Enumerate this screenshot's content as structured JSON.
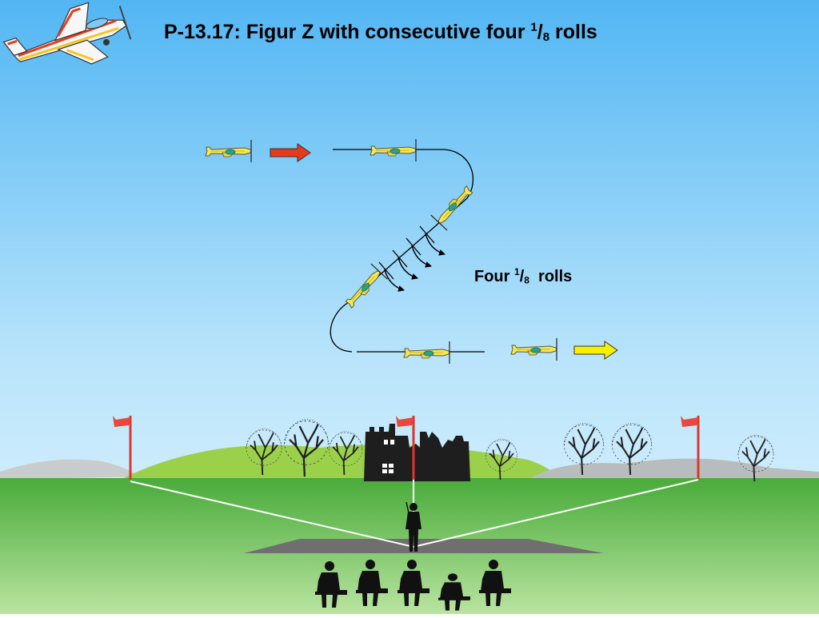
{
  "title": {
    "before": "P-13.17: Figur Z with consecutive four ",
    "num": "1",
    "slash": "/",
    "den": "8",
    "after": " rolls"
  },
  "annotation": {
    "before": "Four ",
    "num": "1",
    "slash": "/",
    "den": "8",
    "after": "  rolls"
  },
  "colors": {
    "sky_top": "#4fb4f2",
    "sky_bottom": "#bfe6fb",
    "grass": "#4cad3c",
    "grass_light": "#b4e29a",
    "plane_body": "#f7ea4a",
    "entry_arrow": "#e8391b",
    "exit_arrow": "#f8f000",
    "flag": "#e8403a"
  }
}
